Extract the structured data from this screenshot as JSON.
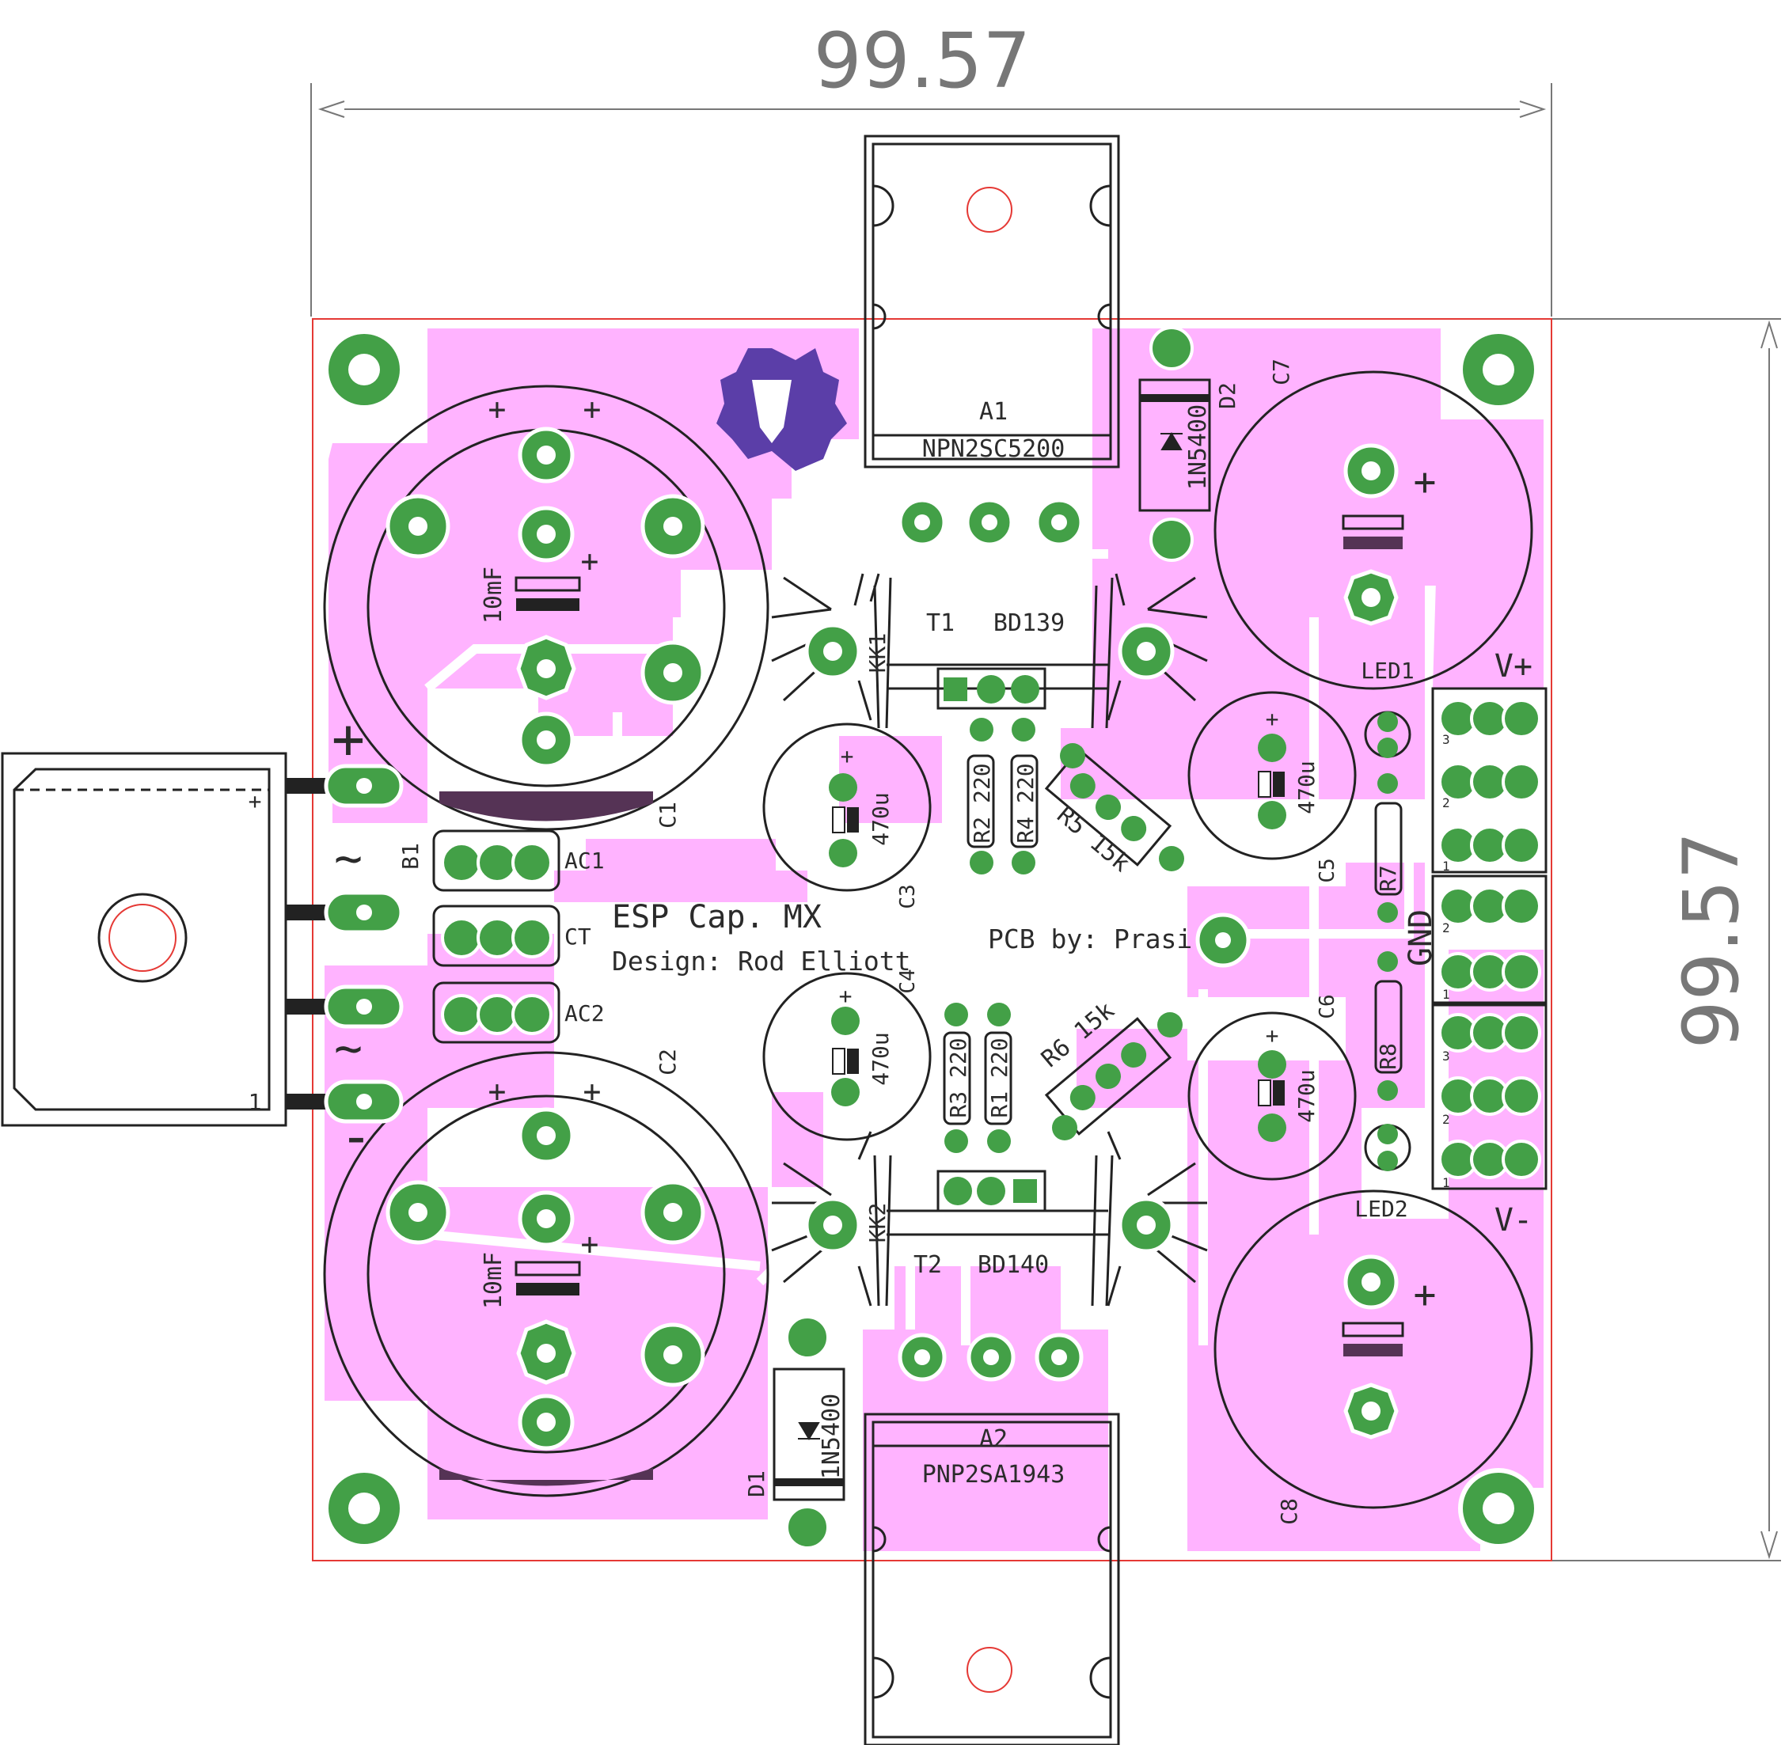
{
  "dimensions": {
    "width_label": "99.57",
    "height_label": "99.57"
  },
  "title": {
    "line1": "ESP Cap. MX",
    "line2": "Design: Rod Elliott",
    "pcb_by": "PCB by: Prasi"
  },
  "colors": {
    "copper": "#ffb3ff",
    "pad": "#43a047",
    "silk": "#222222",
    "outline": "#e53935",
    "logo": "#5b3ea8",
    "dimension": "#777777"
  },
  "transistors": {
    "a1": {
      "ref": "A1",
      "value": "NPN2SC5200"
    },
    "a2": {
      "ref": "A2",
      "value": "PNP2SA1943"
    },
    "t1": {
      "ref": "T1",
      "value": "BD139"
    },
    "t2": {
      "ref": "T2",
      "value": "BD140"
    }
  },
  "heatsinks": {
    "kk1": "KK1",
    "kk2": "KK2"
  },
  "diodes": {
    "d1": {
      "ref": "D1",
      "value": "1N5400"
    },
    "d2": {
      "ref": "D2",
      "value": "1N5400"
    }
  },
  "capacitors": {
    "c1": {
      "ref": "C1",
      "value": "10mF"
    },
    "c2": {
      "ref": "C2",
      "value": "10mF"
    },
    "c3": {
      "ref": "C3",
      "value": "470u"
    },
    "c4": {
      "ref": "C4",
      "value": "470u"
    },
    "c5": {
      "ref": "C5",
      "value": "470u"
    },
    "c6": {
      "ref": "C6",
      "value": "470u"
    },
    "c7": {
      "ref": "C7"
    },
    "c8": {
      "ref": "C8"
    }
  },
  "resistors": {
    "r1": {
      "ref": "R1",
      "value": "220"
    },
    "r2": {
      "ref": "R2",
      "value": "220"
    },
    "r3": {
      "ref": "R3",
      "value": "220"
    },
    "r4": {
      "ref": "R4",
      "value": "220"
    },
    "r5": {
      "ref": "R5",
      "value": "15k"
    },
    "r6": {
      "ref": "R6",
      "value": "15k"
    },
    "r7": {
      "ref": "R7"
    },
    "r8": {
      "ref": "R8"
    }
  },
  "leds": {
    "led1": "LED1",
    "led2": "LED2"
  },
  "bridge": {
    "ref": "B1"
  },
  "connectors": {
    "ac1": "AC1",
    "ct": "CT",
    "ac2": "AC2"
  },
  "outputs": {
    "vplus": "V+",
    "gnd": "GND",
    "vminus": "V-"
  },
  "symbols": {
    "plus": "+",
    "minus": "-",
    "tilde": "~",
    "small_plus": "+",
    "pin1": "1",
    "pin2": "2",
    "pin3": "3"
  }
}
